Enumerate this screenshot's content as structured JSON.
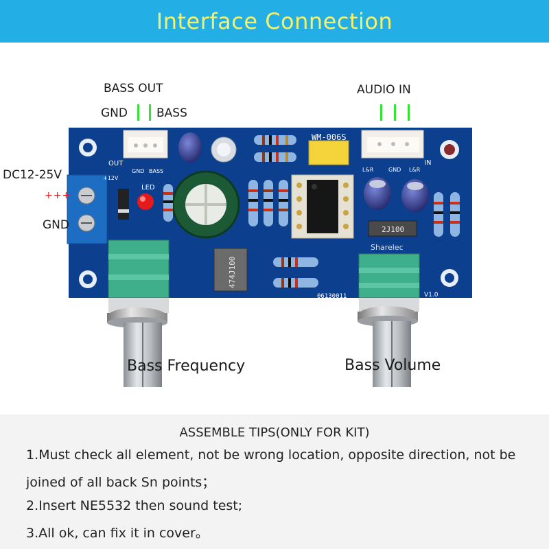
{
  "header": {
    "title": "Interface  Connection"
  },
  "labels": {
    "bass_out": "BASS OUT",
    "gnd_left": "GND",
    "bass": "BASS",
    "audio_in": "AUDIO IN",
    "dc_power": "DC12-25V",
    "plus_marks": "+++",
    "gnd_power": "GND",
    "bass_frequency": "Bass Frequency",
    "bass_volume": "Bass Volume"
  },
  "board_marks": {
    "model": "WM-006S",
    "out": "OUT",
    "in": "IN",
    "gnd_small_left": "GND",
    "bass_small": "BASS",
    "lr_1": "L&R",
    "gnd_small_right": "GND",
    "lr_2": "L&R",
    "v12": "+12V",
    "led": "LED",
    "brand": "Sharelec",
    "serial": "06130011",
    "version": "V1.0",
    "cap_code": "474J100",
    "cap_code_2": "2J100"
  },
  "tips": {
    "title": "ASSEMBLE TIPS(ONLY FOR KIT)",
    "items": [
      "1.Must check all element, not be wrong location, opposite direction, not be",
      "joined of all back Sn points；",
      "2.Insert NE5532 then sound test;",
      "3.All ok, can fix it in cover。"
    ]
  },
  "colors": {
    "header_bg": "#24aee6",
    "header_text": "#f5f26a",
    "pin_indicator": "#35e335",
    "plus_marks": "#e02020",
    "board": "#0d3f8f",
    "pot_body": "#3fae8a"
  }
}
